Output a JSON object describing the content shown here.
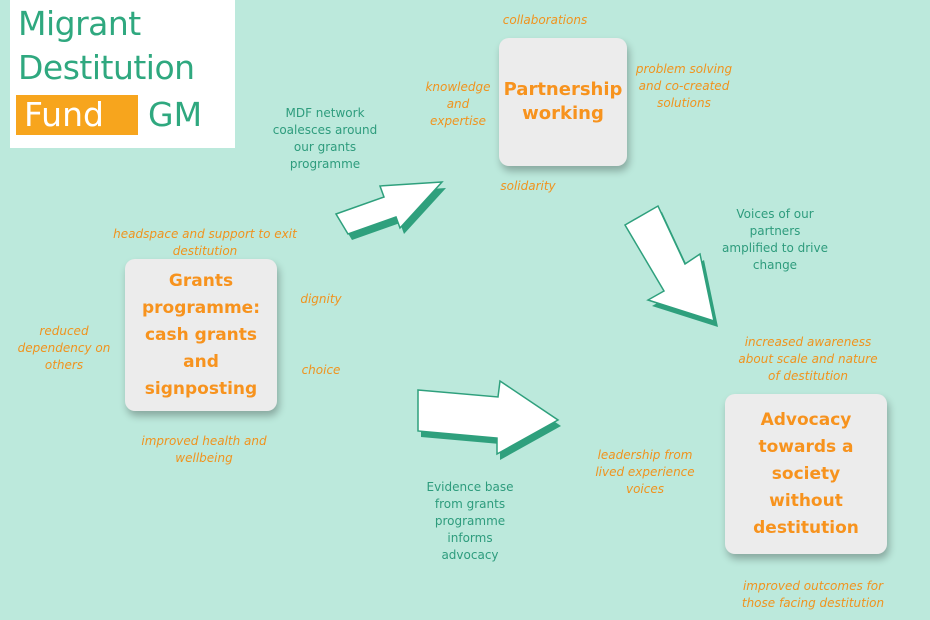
{
  "logo": {
    "line1": "Migrant",
    "line2": "Destitution",
    "fund": "Fund",
    "gm": "GM"
  },
  "boxes": {
    "partnership": "Partnership working",
    "grants": "Grants programme: cash grants and signposting",
    "advocacy": "Advocacy towards a society without destitution"
  },
  "partnership_notes": {
    "top": "collaborations",
    "left": "knowledge and expertise",
    "right": "problem solving and co-created solutions",
    "bottom": "solidarity"
  },
  "grants_notes": {
    "top": "headspace and support to exit destitution",
    "left": "reduced dependency on others",
    "right_top": "dignity",
    "right_bottom": "choice",
    "bottom": "improved health and wellbeing"
  },
  "advocacy_notes": {
    "top": "increased awareness about scale and nature of destitution",
    "left": "leadership from lived experience voices",
    "bottom": "improved outcomes for those facing destitution"
  },
  "flows": {
    "grants_to_partnership": "MDF network coalesces around our grants programme",
    "partnership_to_advocacy": "Voices of our partners amplified to drive change",
    "grants_to_advocacy": "Evidence base from grants programme informs advocacy"
  },
  "colors": {
    "background": "#bce9dc",
    "accent_orange": "#f7931e",
    "accent_green": "#2fa87f"
  }
}
